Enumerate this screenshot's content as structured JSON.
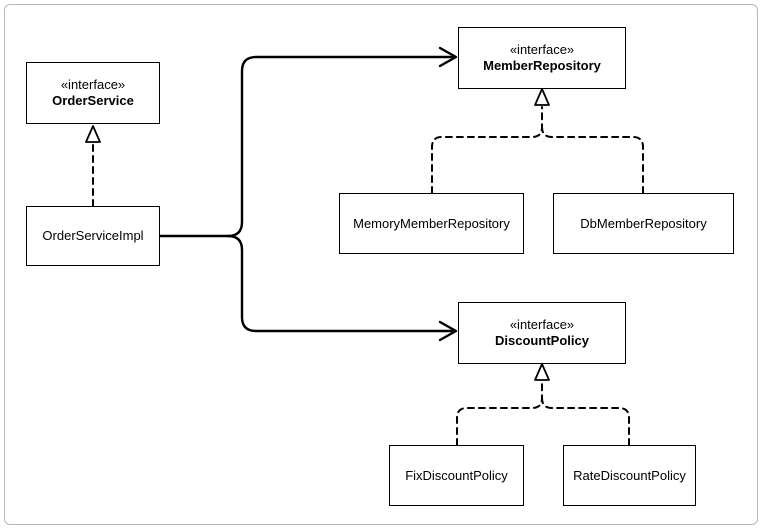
{
  "diagram": {
    "nodes": {
      "order_service": {
        "stereotype": "«interface»",
        "name": "OrderService"
      },
      "order_service_impl": {
        "name": "OrderServiceImpl"
      },
      "member_repository": {
        "stereotype": "«interface»",
        "name": "MemberRepository"
      },
      "memory_member_repository": {
        "name": "MemoryMemberRepository"
      },
      "db_member_repository": {
        "name": "DbMemberRepository"
      },
      "discount_policy": {
        "stereotype": "«interface»",
        "name": "DiscountPolicy"
      },
      "fix_discount_policy": {
        "name": "FixDiscountPolicy"
      },
      "rate_discount_policy": {
        "name": "RateDiscountPolicy"
      }
    },
    "edges": [
      {
        "from": "OrderServiceImpl",
        "to": "OrderService",
        "type": "realization"
      },
      {
        "from": "OrderServiceImpl",
        "to": "MemberRepository",
        "type": "association"
      },
      {
        "from": "OrderServiceImpl",
        "to": "DiscountPolicy",
        "type": "association"
      },
      {
        "from": "MemoryMemberRepository",
        "to": "MemberRepository",
        "type": "realization"
      },
      {
        "from": "DbMemberRepository",
        "to": "MemberRepository",
        "type": "realization"
      },
      {
        "from": "FixDiscountPolicy",
        "to": "DiscountPolicy",
        "type": "realization"
      },
      {
        "from": "RateDiscountPolicy",
        "to": "DiscountPolicy",
        "type": "realization"
      }
    ],
    "colors": {
      "line": "#000000",
      "frame_border": "#b8b8b8",
      "background": "#ffffff"
    }
  }
}
